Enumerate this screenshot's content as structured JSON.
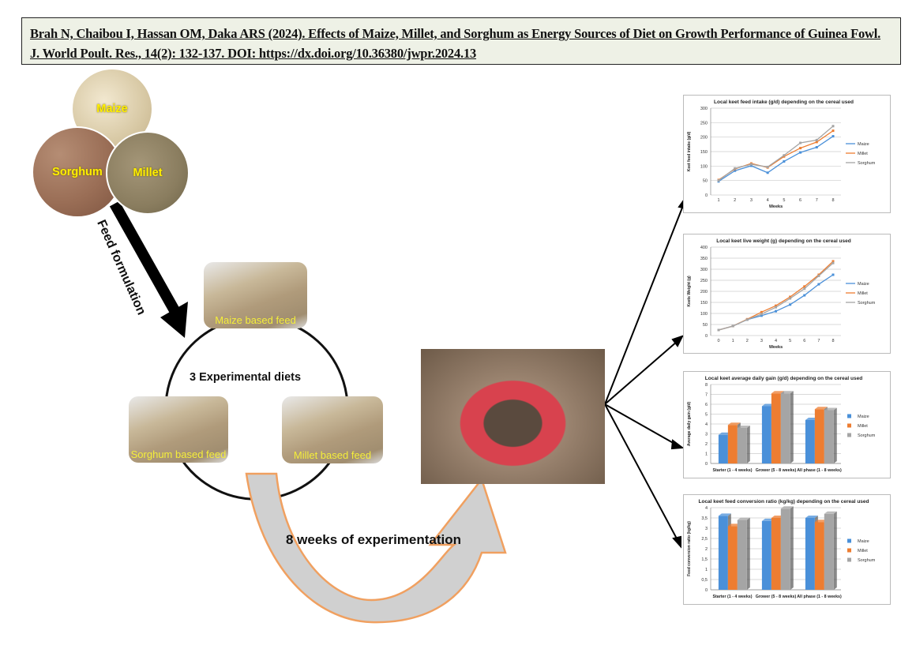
{
  "citation": "Brah N, Chaibou I, Hassan OM, Daka ARS (2024). Effects of Maize, Millet, and Sorghum as Energy Sources of Diet on Growth Performance of Guinea Fowl. J. World Poult. Res., 14(2): 132-137. DOI: https://dx.doi.org/10.36380/jwpr.2024.13",
  "grains": {
    "maize": "Maize",
    "sorghum": "Sorghum",
    "millet": "Millet"
  },
  "step1": "Feed formulation",
  "diets": {
    "title": "3 Experimental diets",
    "maize": "Maize based feed",
    "sorghum": "Sorghum based feed",
    "millet": "Millet based feed"
  },
  "step2": "8 weeks of experimentation",
  "colors": {
    "maize": "#4a90d9",
    "millet": "#ed7d31",
    "sorghum": "#a5a5a5",
    "arrow": "#f0a060"
  },
  "chart_data": [
    {
      "type": "line",
      "title": "Local keet feed intake (g/d) depending on the cereal used",
      "xlabel": "Weeks",
      "ylabel": "Keet feed intake (g/d)",
      "x": [
        "1",
        "2",
        "3",
        "4",
        "5",
        "6",
        "7",
        "8"
      ],
      "ylim": [
        0,
        300
      ],
      "yticks": [
        0,
        50,
        100,
        150,
        200,
        250,
        300
      ],
      "series": [
        {
          "name": "Maize",
          "values": [
            47,
            84,
            101,
            77,
            116,
            147,
            165,
            203
          ]
        },
        {
          "name": "Millet",
          "values": [
            52,
            90,
            109,
            95,
            133,
            162,
            183,
            222
          ]
        },
        {
          "name": "Sorghum",
          "values": [
            50,
            92,
            106,
            97,
            137,
            180,
            190,
            238
          ]
        }
      ]
    },
    {
      "type": "line",
      "title": "Local keet live weight (g) depending on the cereal used",
      "xlabel": "Weeks",
      "ylabel": "Keets Weight (g)",
      "x": [
        "0",
        "1",
        "2",
        "3",
        "4",
        "5",
        "6",
        "7",
        "8"
      ],
      "ylim": [
        0,
        400
      ],
      "yticks": [
        0,
        50,
        100,
        150,
        200,
        250,
        300,
        350,
        400
      ],
      "series": [
        {
          "name": "Maize",
          "values": [
            25,
            43,
            72,
            90,
            110,
            140,
            182,
            232,
            275
          ]
        },
        {
          "name": "Millet",
          "values": [
            25,
            43,
            74,
            106,
            135,
            175,
            222,
            275,
            336
          ]
        },
        {
          "name": "Sorghum",
          "values": [
            25,
            43,
            72,
            97,
            128,
            168,
            212,
            270,
            328
          ]
        }
      ]
    },
    {
      "type": "bar",
      "title": "Local keet average daily gain (g/d) depending on the cereal used",
      "xlabel": "",
      "ylabel": "Average daily gain (g/d)",
      "categories": [
        "Starter (1 - 4 weeks)",
        "Grower (5 - 8 weeks)",
        "All phase (1 - 8 weeks)"
      ],
      "ylim": [
        0,
        8
      ],
      "yticks": [
        0,
        1,
        2,
        3,
        4,
        5,
        6,
        7,
        8
      ],
      "series": [
        {
          "name": "Maize",
          "values": [
            2.9,
            5.8,
            4.4
          ]
        },
        {
          "name": "Millet",
          "values": [
            3.9,
            7.1,
            5.5
          ]
        },
        {
          "name": "Sorghum",
          "values": [
            3.6,
            7.1,
            5.4
          ]
        }
      ]
    },
    {
      "type": "bar",
      "title": "Local keet feed conversion ratio (kg/kg) depending on the cereal used",
      "xlabel": "",
      "ylabel": "Feed conversion ratio (kg/kg)",
      "categories": [
        "Starter (1 - 4 weeks)",
        "Grower (5 - 8 weeks)",
        "All phase (1 - 8 weeks)"
      ],
      "ylim": [
        0,
        4
      ],
      "yticks": [
        "0",
        "0,5",
        "1",
        "1,5",
        "2",
        "2,5",
        "3",
        "3,5",
        "4"
      ],
      "series": [
        {
          "name": "Maize",
          "values": [
            3.6,
            3.35,
            3.5
          ]
        },
        {
          "name": "Millet",
          "values": [
            3.1,
            3.5,
            3.3
          ]
        },
        {
          "name": "Sorghum",
          "values": [
            3.4,
            3.95,
            3.7
          ]
        }
      ]
    }
  ]
}
